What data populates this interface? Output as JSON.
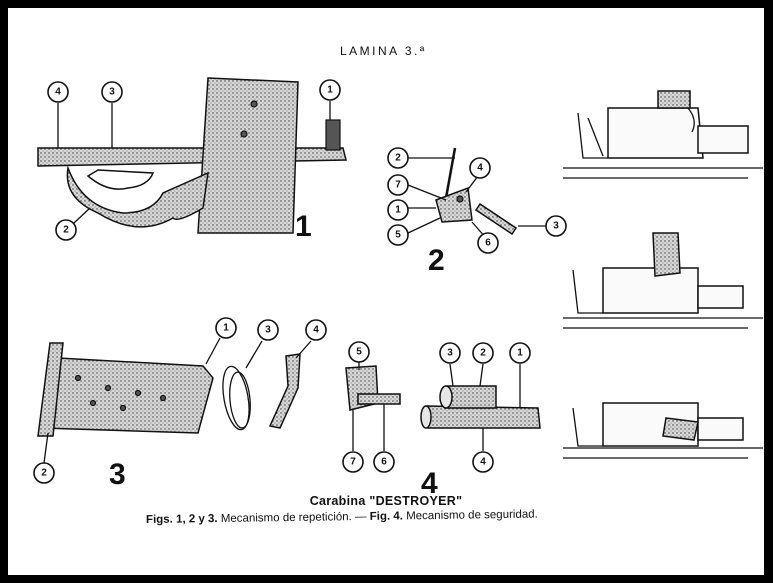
{
  "plate_title": "LAMINA 3.ª",
  "caption": {
    "title": "Carabina \"DESTROYER\"",
    "figs_a": "Figs. 1, 2 y 3.",
    "text_a": "Mecanismo de repetición. —",
    "figs_b": "Fig. 4.",
    "text_b": "Mecanismo de seguridad."
  },
  "figures": [
    {
      "number": "1",
      "callouts": [
        "4",
        "3",
        "1",
        "2"
      ]
    },
    {
      "number": "2",
      "callouts": [
        "2",
        "4",
        "7",
        "1",
        "5",
        "6",
        "3"
      ]
    },
    {
      "number": "3",
      "callouts": [
        "1",
        "3",
        "4",
        "2"
      ]
    },
    {
      "number": "4",
      "callouts": [
        "5",
        "3",
        "2",
        "1",
        "7",
        "6",
        "4"
      ]
    }
  ],
  "colors": {
    "ink": "#111111",
    "paper": "#ffffff",
    "border": "#000000"
  }
}
